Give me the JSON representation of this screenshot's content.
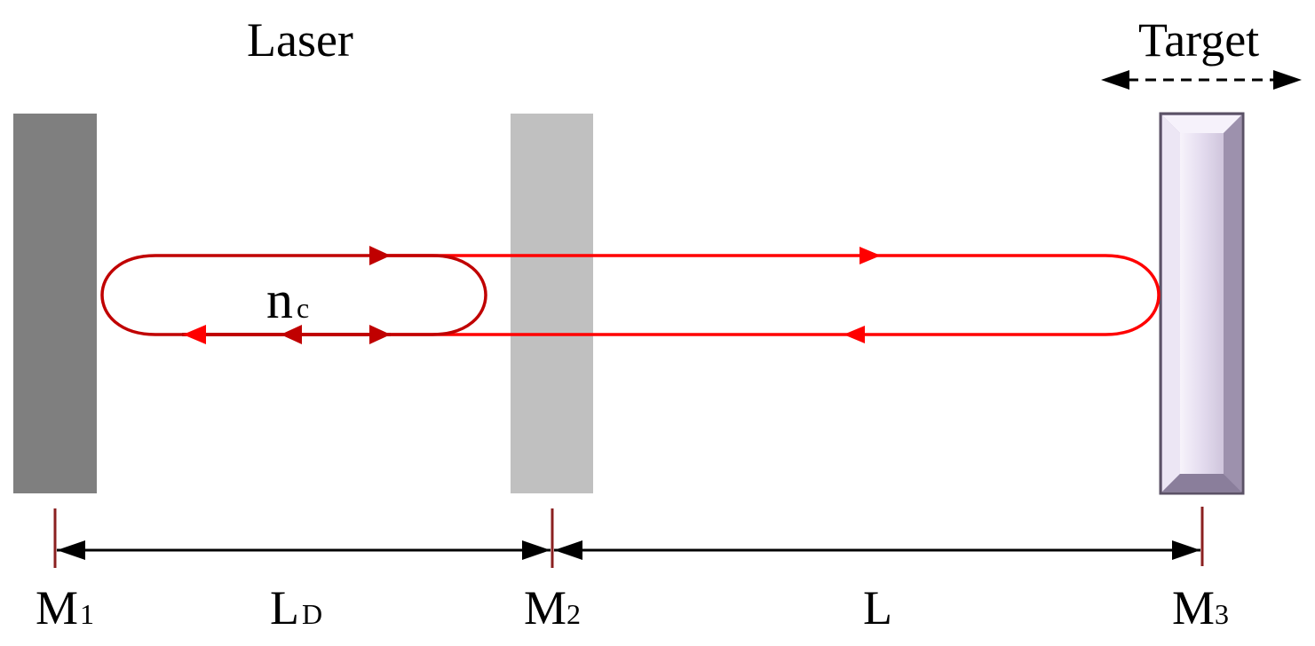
{
  "labels": {
    "laser": "Laser",
    "target": "Target",
    "nc_main": "n",
    "nc_sub": "c",
    "m1_main": "M",
    "m1_sub": "1",
    "ld_main": "L",
    "ld_sub": "D",
    "m2_main": "M",
    "m2_sub": "2",
    "l": "L",
    "m3_main": "M",
    "m3_sub": "3"
  },
  "colors": {
    "mirror_m1": "#7f7f7f",
    "mirror_m2": "#c0c0c0",
    "mirror_m3": "#e6dff0",
    "mirror_m3_edge": "#6e6478",
    "inner_beam": "#c00000",
    "outer_beam": "#ff0000",
    "marker": "#8b2020",
    "dimension": "#000000"
  }
}
